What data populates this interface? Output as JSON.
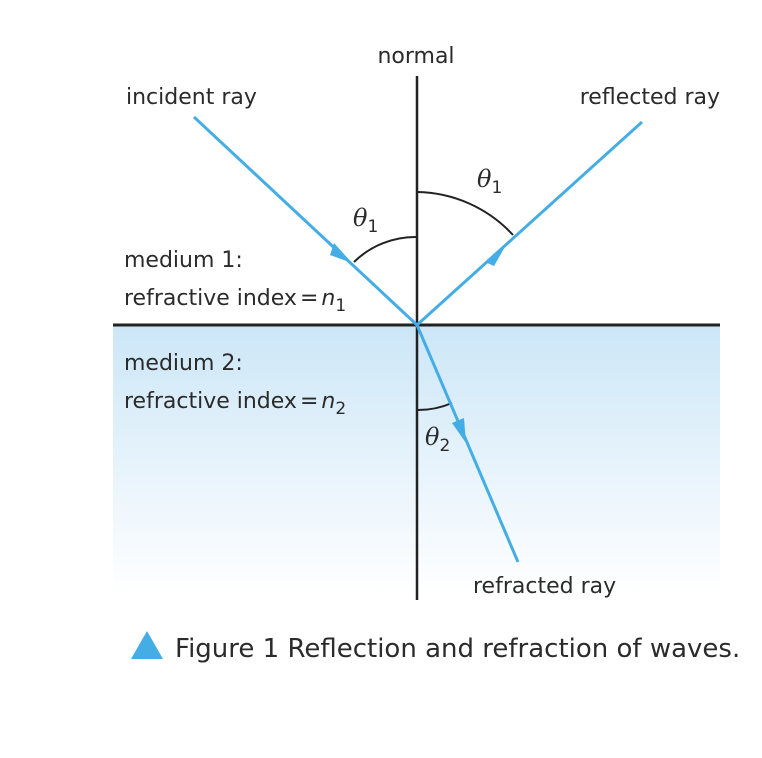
{
  "labels": {
    "normal": "normal",
    "incident_ray": "incident ray",
    "reflected_ray": "reflected ray",
    "refracted_ray": "refracted ray",
    "medium1_title": "medium 1:",
    "medium1_index_text": "refractive index",
    "medium1_eq": "=",
    "medium1_symbol": "n",
    "medium1_sub": "1",
    "medium2_title": "medium 2:",
    "medium2_index_text": "refractive index",
    "medium2_eq": "=",
    "medium2_symbol": "n",
    "medium2_sub": "2"
  },
  "angles": {
    "incidence_symbol": "θ",
    "incidence_sub": "1",
    "reflection_symbol": "θ",
    "reflection_sub": "1",
    "refraction_symbol": "θ",
    "refraction_sub": "2"
  },
  "caption": {
    "text": "Figure 1 Reflection and refraction of waves."
  },
  "colors": {
    "ray": "#45ade6",
    "line": "#222222",
    "medium2_top": "#cce6f7",
    "medium2_bottom": "#ffffff",
    "caption_marker": "#45ade6"
  }
}
